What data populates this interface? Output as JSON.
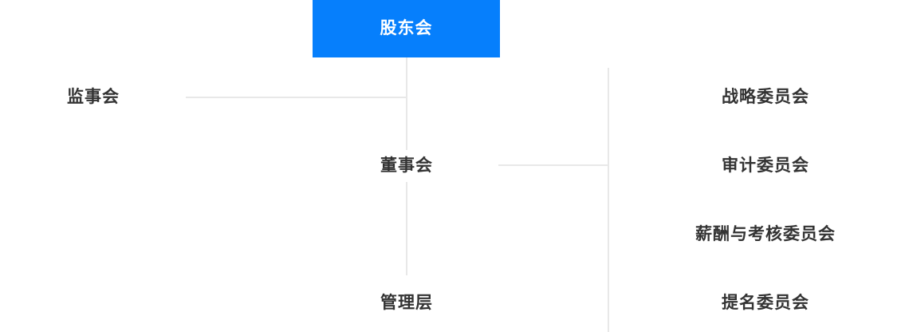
{
  "chart": {
    "title": "",
    "type": "org-chart",
    "background_color": "#ffffff",
    "accent_color": "#067ffc",
    "line_color": "#e8e8e8",
    "text_color": "#333333",
    "root": {
      "label": "股东会",
      "highlighted": true,
      "text_color": "#ffffff",
      "fill_color": "#067ffc"
    },
    "center_column": [
      {
        "label": "董事会"
      },
      {
        "label": "管理层"
      }
    ],
    "left_column": [
      {
        "label": "监事会"
      }
    ],
    "right_column": [
      {
        "label": "战略委员会"
      },
      {
        "label": "审计委员会"
      },
      {
        "label": "薪酬与考核委员会"
      },
      {
        "label": "提名委员会"
      }
    ]
  }
}
